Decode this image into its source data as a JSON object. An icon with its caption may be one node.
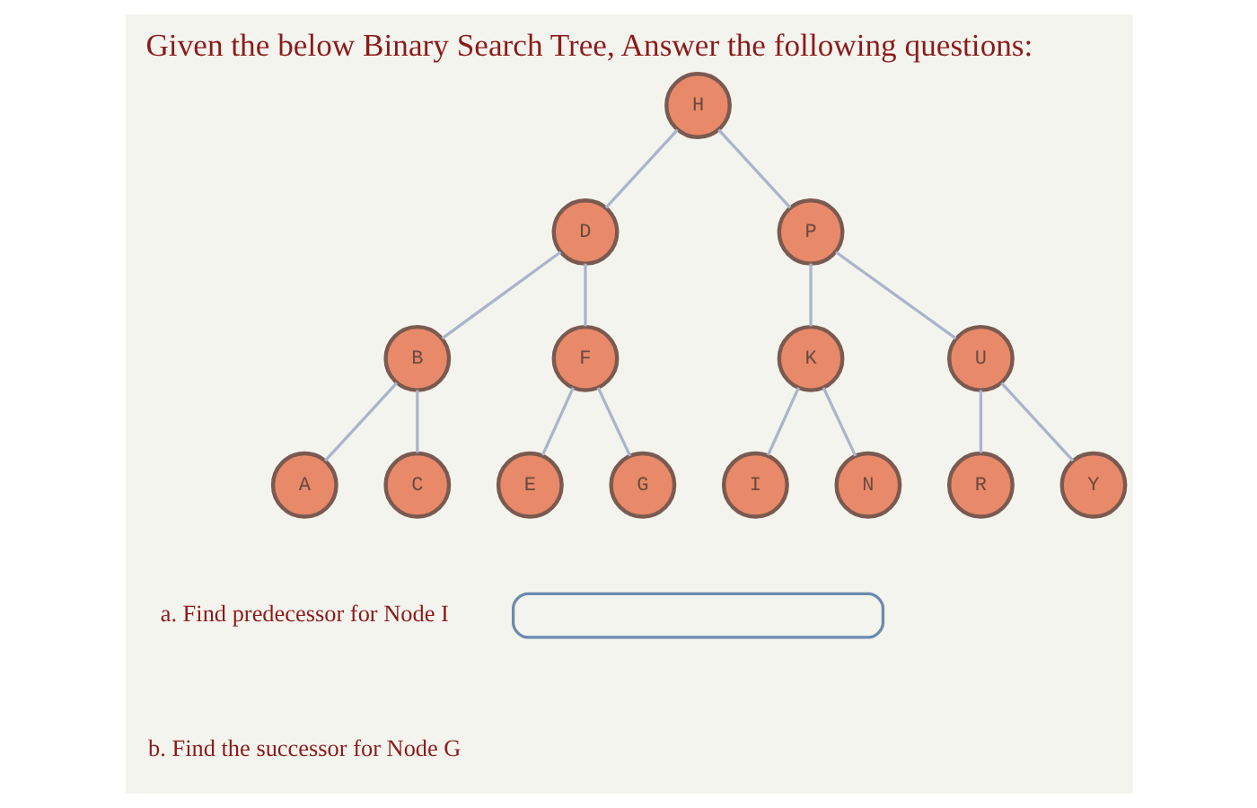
{
  "diagram": {
    "title": "Given the below Binary Search Tree, Answer the following questions:",
    "nodes": [
      {
        "text": [
          "H"
        ]
      },
      {
        "text": [
          "D"
        ]
      },
      {
        "text": [
          "P"
        ]
      },
      {
        "text": [
          "B"
        ]
      },
      {
        "text": [
          "F"
        ]
      },
      {
        "text": [
          "K"
        ]
      },
      {
        "text": [
          "U"
        ]
      },
      {
        "text": [
          "A"
        ]
      },
      {
        "text": [
          "C"
        ]
      },
      {
        "text": [
          "E"
        ]
      },
      {
        "text": [
          "G"
        ]
      },
      {
        "text": [
          "I"
        ]
      },
      {
        "text": [
          "N"
        ]
      },
      {
        "text": [
          "R"
        ]
      },
      {
        "text": [
          "Y"
        ]
      },
      {
        "text": [],
        "shape": "box"
      }
    ],
    "edges": [
      {
        "from": 0,
        "to": 1,
        "arrow": "none"
      },
      {
        "from": 0,
        "to": 2,
        "arrow": "none"
      },
      {
        "from": 1,
        "to": 3,
        "arrow": "none"
      },
      {
        "from": 1,
        "to": 4,
        "arrow": "none"
      },
      {
        "from": 2,
        "to": 5,
        "arrow": "none"
      },
      {
        "from": 2,
        "to": 6,
        "arrow": "none"
      },
      {
        "from": 3,
        "to": 7,
        "arrow": "none"
      },
      {
        "from": 3,
        "to": 8,
        "arrow": "none"
      },
      {
        "from": 4,
        "to": 9,
        "arrow": "none"
      },
      {
        "from": 4,
        "to": 10,
        "arrow": "none"
      },
      {
        "from": 5,
        "to": 11,
        "arrow": "none"
      },
      {
        "from": 5,
        "to": 12,
        "arrow": "none"
      },
      {
        "from": 6,
        "to": 13,
        "arrow": "none"
      },
      {
        "from": 6,
        "to": 14,
        "arrow": "none"
      }
    ],
    "labels": [
      "a. Find predecessor for Node I",
      "b. Find the successor for Node G"
    ]
  }
}
